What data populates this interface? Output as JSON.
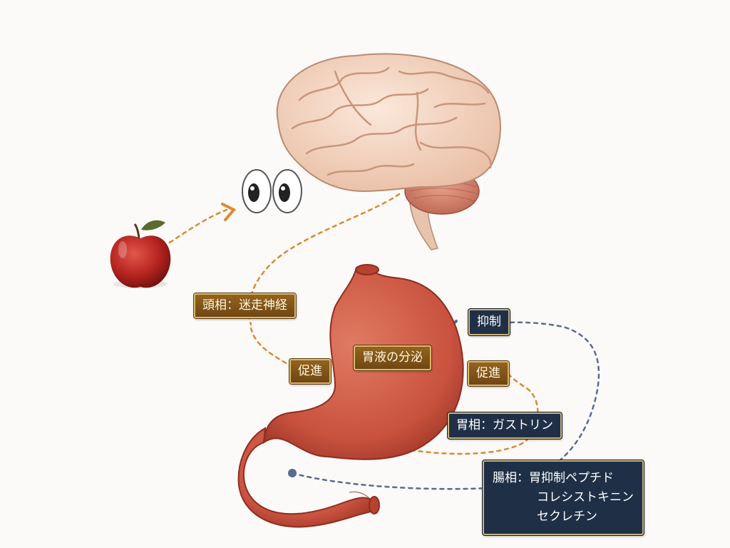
{
  "labels": {
    "cephalic": "頭相：迷走神経",
    "promote_left": "促進",
    "gastric_secretion": "胃液の分泌",
    "inhibit": "抑制",
    "promote_right": "促進",
    "gastric_phase": "胃相：ガストリン",
    "intestinal_phase": "腸相：胃抑制ペプチド",
    "intestinal_item2": "コレシストキニン",
    "intestinal_item3": "セクレチン"
  },
  "colors": {
    "gold_label": "#7f5418",
    "navy_label": "#1f3046",
    "orange_path": "#d98a33",
    "blue_path": "#5b6c8c",
    "stomach": "#c9533f",
    "brain": "#f2d6c2",
    "apple": "#b5231f"
  },
  "icons": [
    "apple-icon",
    "eyes-icon",
    "brain-icon",
    "stomach-icon"
  ]
}
